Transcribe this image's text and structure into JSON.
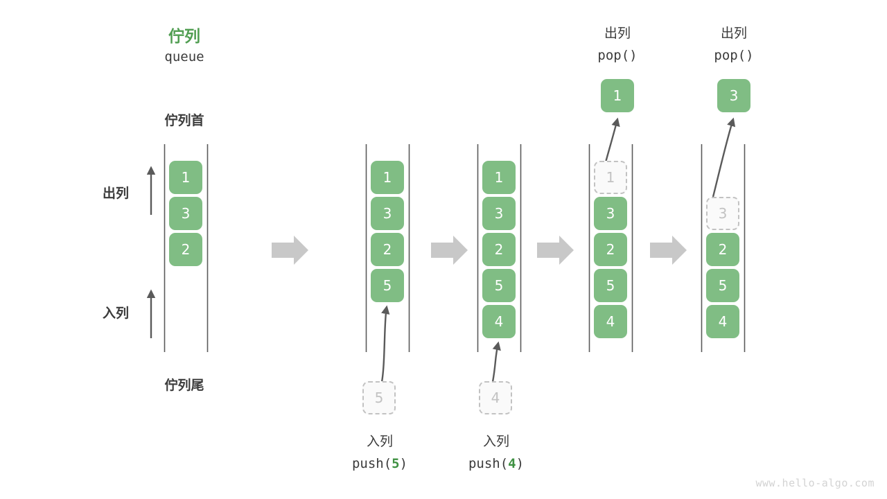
{
  "diagram": {
    "title_cn": "佇列",
    "title_en": "queue",
    "head_label": "佇列首",
    "tail_label": "佇列尾",
    "dequeue_label": "出列",
    "enqueue_label": "入列",
    "watermark": "www.hello-algo.com",
    "colors": {
      "node_fill": "#80bd84",
      "node_text": "#ffffff",
      "ghost_fill": "#fafafa",
      "ghost_border": "#c2c2c2",
      "ghost_text": "#c2c2c2",
      "rail": "#5a5a5a",
      "arrow": "#5a5a5a",
      "step_arrow": "#c8c8c8",
      "accent_green": "#519e52",
      "text": "#3b3b3b"
    }
  },
  "columns": [
    {
      "name": "initial-queue",
      "nodes": [
        "1",
        "3",
        "2"
      ],
      "ghost_index": -1
    },
    {
      "name": "after-push-5",
      "nodes": [
        "1",
        "3",
        "2",
        "5"
      ],
      "ghost_index": -1,
      "caption_cn": "入列",
      "caption_code_prefix": "push(",
      "caption_code_value": "5",
      "caption_code_suffix": ")",
      "incoming_value": "5"
    },
    {
      "name": "after-push-4",
      "nodes": [
        "1",
        "3",
        "2",
        "5",
        "4"
      ],
      "ghost_index": -1,
      "caption_cn": "入列",
      "caption_code_prefix": "push(",
      "caption_code_value": "4",
      "caption_code_suffix": ")",
      "incoming_value": "4"
    },
    {
      "name": "after-pop-1",
      "nodes": [
        "1",
        "3",
        "2",
        "5",
        "4"
      ],
      "ghost_index": 0,
      "header_cn": "出列",
      "header_code": "pop()",
      "popped_value": "1"
    },
    {
      "name": "after-pop-3",
      "nodes": [
        "",
        "3",
        "2",
        "5",
        "4"
      ],
      "ghost_index": 1,
      "header_cn": "出列",
      "header_code": "pop()",
      "popped_value": "3"
    }
  ]
}
